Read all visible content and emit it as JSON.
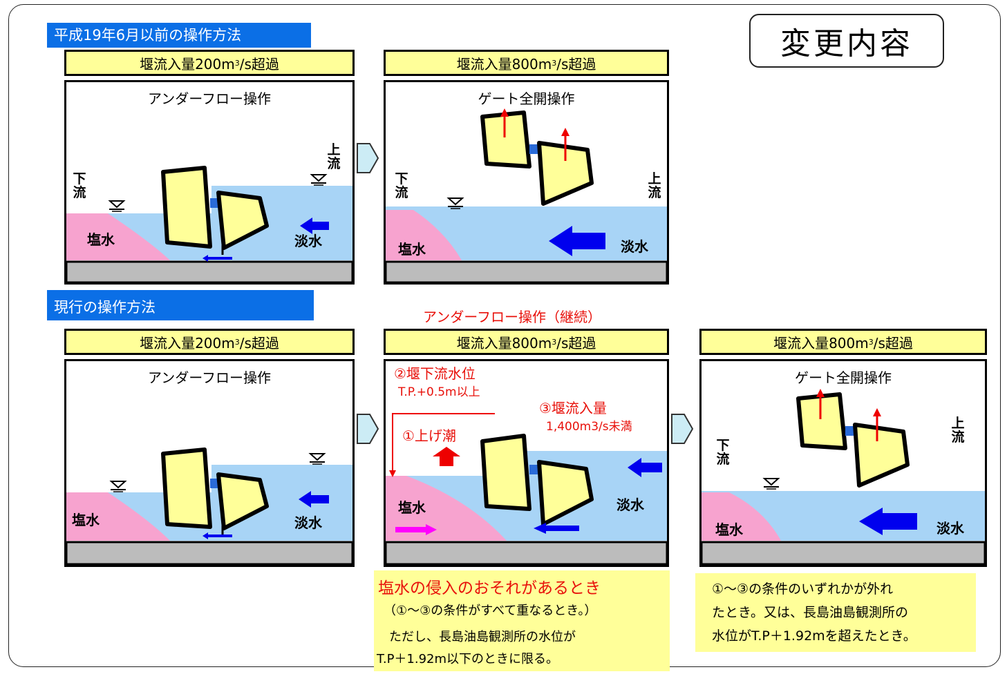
{
  "title_box": "変更内容",
  "section_before": "平成19年6月以前の操作方法",
  "section_current": "現行の操作方法",
  "panels": {
    "p1": {
      "header_main": "堰流入量200m",
      "header_sup": "3",
      "header_tail": "/s超過",
      "op": "アンダーフロー操作",
      "salt": "塩水",
      "fresh": "淡水",
      "down": "下流",
      "up": "上流"
    },
    "p2": {
      "header_main": "堰流入量800m",
      "header_sup": "3",
      "header_tail": "/s超過",
      "op": "ゲート全開操作",
      "salt": "塩水",
      "fresh": "淡水",
      "down": "下流",
      "up": "上流"
    },
    "p3": {
      "header_main": "堰流入量200m",
      "header_sup": "3",
      "header_tail": "/s超過",
      "op": "アンダーフロー操作",
      "salt": "塩水",
      "fresh": "淡水"
    },
    "p4": {
      "header_main": "堰流入量800m",
      "header_sup": "3",
      "header_tail": "/s超過",
      "top_label": "アンダーフロー操作（継続）",
      "cond2": "②堰下流水位",
      "cond2_val": "T.P.+0.5m以上",
      "cond3": "③堰流入量",
      "cond3_val": "1,400m3/s未満",
      "cond1": "①上げ潮",
      "salt": "塩水",
      "fresh": "淡水"
    },
    "p5": {
      "header_main": "堰流入量800m",
      "header_sup": "3",
      "header_tail": "/s超過",
      "op": "ゲート全開操作",
      "salt": "塩水",
      "fresh": "淡水",
      "down": "下流",
      "up": "上流"
    }
  },
  "note_middle": {
    "headline": "塩水の侵入のおそれがあるとき",
    "line1": "（①～③の条件がすべて重なるとき。）",
    "line2": "ただし、長島油島観測所の水位が",
    "line3": "T.P＋1.92m以下のときに限る。"
  },
  "note_right": {
    "line1": "①～③の条件のいずれかが外れ",
    "line2": "たとき。又は、長島油島観測所の",
    "line3": "水位がT.P＋1.92mを超えたとき。"
  },
  "colors": {
    "header_bg": "#ffff99",
    "section_bg": "#0b6fe6",
    "fresh_water": "#a8d4f6",
    "salt_water": "#f7a3cf",
    "ground": "#bcbcbc",
    "gate_fill": "#ffff99",
    "arrow_blue": "#0000ee",
    "arrow_red": "#ee0000",
    "arrow_magenta": "#ff00ff",
    "text_red": "#e8100a"
  }
}
